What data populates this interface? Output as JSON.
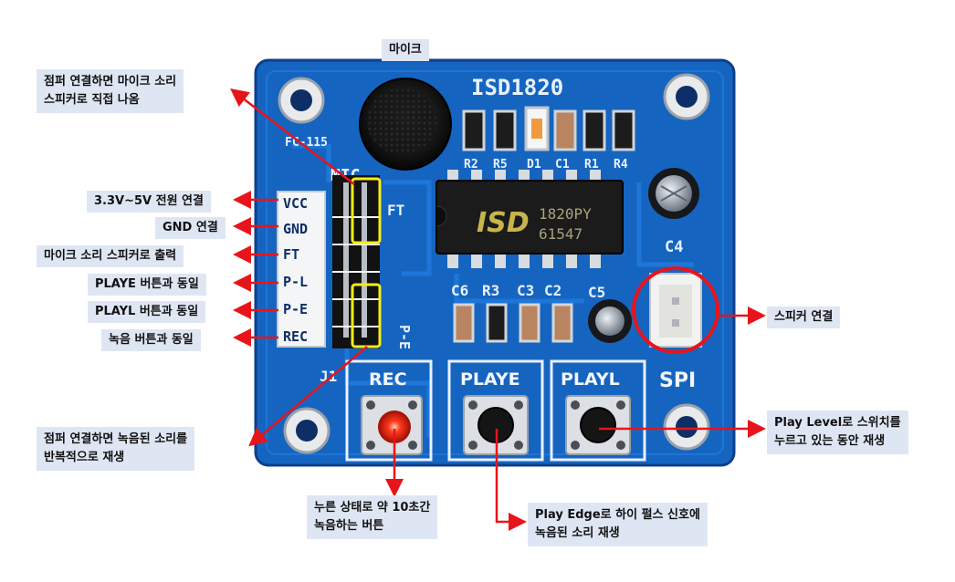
{
  "labels": {
    "mic": "마이크",
    "jumper_mic_line1": "점퍼 연결하면 마이크 소리",
    "jumper_mic_line2": "스피커로 직접 나옴",
    "vcc": "3.3V~5V 전원 연결",
    "gnd": "GND 연결",
    "ft": "마이크 소리 스피커로 출력",
    "pl": "PLAYE 버튼과 동일",
    "pe": "PLAYL 버튼과 동일",
    "rec": "녹음 버튼과 동일",
    "speaker": "스피커 연결",
    "play_level_line1": "Play Level로 스위치를",
    "play_level_line2": "누르고 있는 동안 재생",
    "jumper_loop_line1": "점퍼 연결하면 녹음된 소리를",
    "jumper_loop_line2": "반복적으로 재생",
    "rec_press_line1": "누른 상태로 약 10초간",
    "rec_press_line2": "녹음하는 버튼",
    "play_edge_line1": "Play Edge로 하이 펄스 신호에",
    "play_edge_line2": "녹음된 소리 재생"
  },
  "board": {
    "title": "ISD1820",
    "model": "FC-115",
    "mic_mark": "MIC",
    "ft_mark": "FT",
    "pe_mark": "P-E",
    "j1": "J1",
    "chip_brand": "ISD",
    "chip_part": "1820PY",
    "chip_lot": "61547",
    "pins": [
      "VCC",
      "GND",
      "FT",
      "P-L",
      "P-E",
      "REC"
    ],
    "top_refs": [
      "R2",
      "R5",
      "D1",
      "C1",
      "R1",
      "R4"
    ],
    "mid_refs": [
      "C6",
      "R3",
      "C3",
      "C2",
      "C5"
    ],
    "c4": "C4",
    "buttons": [
      "REC",
      "PLAYE",
      "PLAYL"
    ],
    "spi": "SPI"
  },
  "colors": {
    "board": "#1565c0",
    "board_dark": "#0d47a1",
    "label_bg": "#dfe6f3",
    "arrow": "#e8141b",
    "highlight": "#f7ec12"
  }
}
